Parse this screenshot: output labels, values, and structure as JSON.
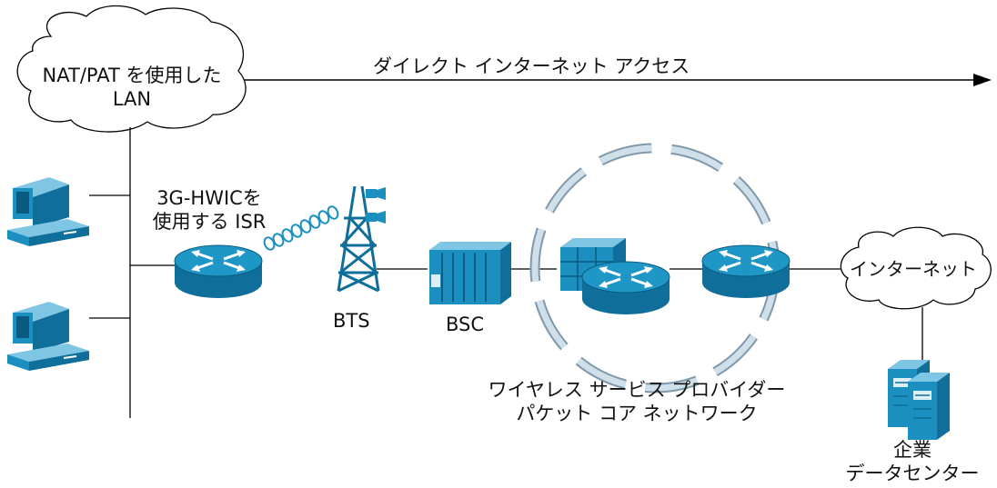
{
  "title": "",
  "labels": {
    "lan_line1": "NAT/PAT を使用した",
    "lan_line2": "LAN",
    "direct_access": "ダイレクト インターネット アクセス",
    "isr_line1": "3G-HWICを",
    "isr_line2": "使用する ISR",
    "bts": "BTS",
    "bsc": "BSC",
    "internet": "インターネット",
    "core_line1": "ワイヤレス サービス プロバイダー",
    "core_line2": "パケット コア ネットワーク",
    "dc_line1": "企業",
    "dc_line2": "データセンター"
  },
  "colors": {
    "router_top": "#1f97c6",
    "router_side": "#0f6f9a",
    "device_blue": "#1a8fc0",
    "device_dark": "#0f6f9a",
    "ring": "#b7c9d6",
    "line": "#000000"
  },
  "icons": [
    "cloud-icon",
    "desktop-computer-icon",
    "router-icon",
    "cell-tower-icon",
    "antenna-icon",
    "bsc-chassis-icon",
    "server-icon",
    "arrow-icon"
  ]
}
